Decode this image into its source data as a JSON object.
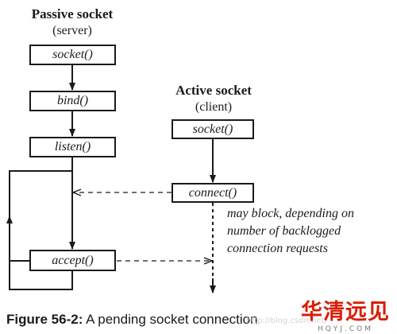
{
  "passive": {
    "title": "Passive socket",
    "subtitle": "(server)",
    "boxes": {
      "socket": "socket()",
      "bind": "bind()",
      "listen": "listen()",
      "accept": "accept()"
    }
  },
  "active": {
    "title": "Active socket",
    "subtitle": "(client)",
    "boxes": {
      "socket": "socket()",
      "connect": "connect()"
    }
  },
  "note": {
    "line1": "may block, depending on",
    "line2": "number of backlogged",
    "line3": "connection requests"
  },
  "caption": {
    "label": "Figure 56-2:",
    "text": " A pending socket connection"
  },
  "logo": {
    "text": "华清远见",
    "subtext": "HQYJ.COM"
  },
  "watermark": "http://blog.csdn.net/"
}
